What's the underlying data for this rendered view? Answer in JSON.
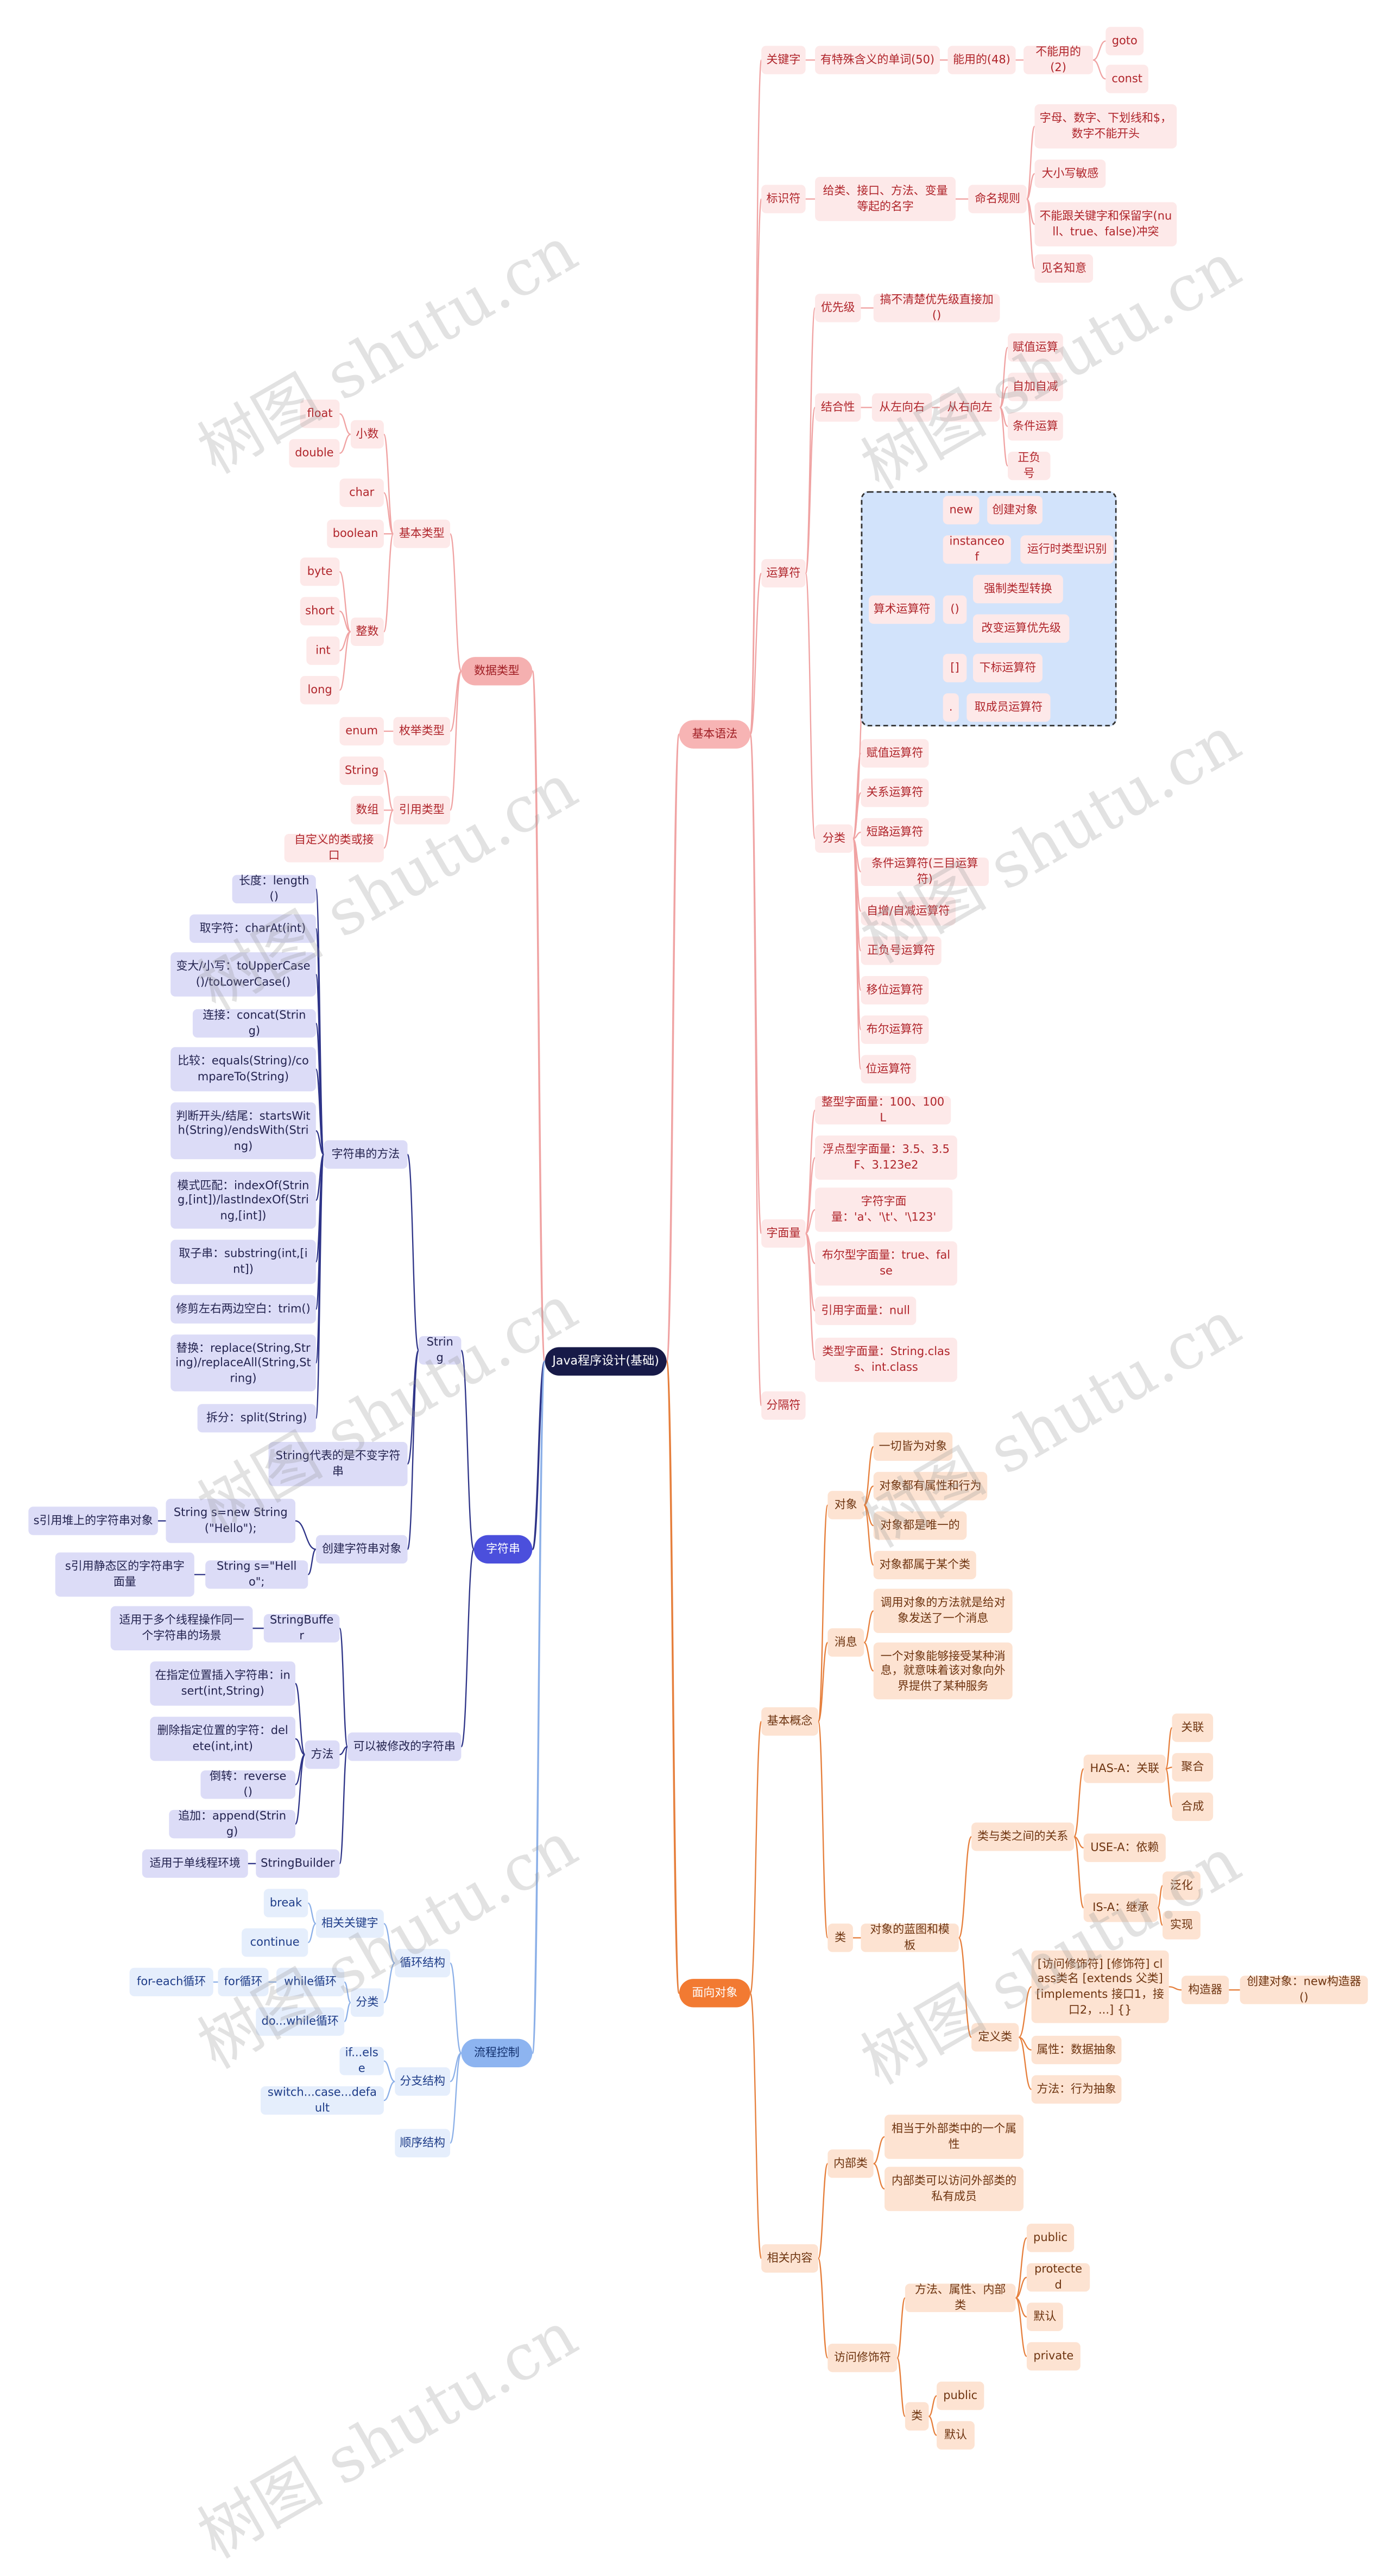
{
  "watermark": "树图 shutu.cn",
  "root": "Java程序设计(基础)",
  "basic": {
    "title": "基本语法",
    "keyword": "关键字",
    "kw_desc": "有特殊含义的单词(50)",
    "kw_usable": "能用的(48)",
    "kw_unusable": "不能用的(2)",
    "goto": "goto",
    "const": "const",
    "identifier": "标识符",
    "id_desc": "给类、接口、方法、变量等起的名字",
    "naming": "命名规则",
    "rule1": "字母、数字、下划线和$，数字不能开头",
    "rule2": "大小写敏感",
    "rule3": "不能跟关键字和保留字(null、true、false)冲突",
    "rule4": "见名知意",
    "operator": "运算符",
    "priority": "优先级",
    "priority_tip": "搞不清楚优先级直接加()",
    "assoc": "结合性",
    "ltr": "从左向右",
    "rtl": "从右向左",
    "rtl1": "赋值运算",
    "rtl2": "自加自减",
    "rtl3": "条件运算",
    "rtl4": "正负号",
    "category": "分类",
    "arith": "算术运算符",
    "new": "new",
    "new_desc": "创建对象",
    "instanceof": "instanceof",
    "instanceof_desc": "运行时类型识别",
    "paren": "()",
    "paren1": "强制类型转换",
    "paren2": "改变运算优先级",
    "bracket": "[]",
    "bracket_desc": "下标运算符",
    "dot": ".",
    "dot_desc": "取成员运算符",
    "op1": "赋值运算符",
    "op2": "关系运算符",
    "op3": "短路运算符",
    "op4": "条件运算符(三目运算符)",
    "op5": "自增/自减运算符",
    "op6": "正负号运算符",
    "op7": "移位运算符",
    "op8": "布尔运算符",
    "op9": "位运算符",
    "literal": "字面量",
    "lit1": "整型字面量：100、100L",
    "lit2": "浮点型字面量：3.5、3.5F、3.123e2",
    "lit3": "字符字面量：'a'、'\\t'、'\\123'",
    "lit4": "布尔型字面量：true、false",
    "lit5": "引用字面量：null",
    "lit6": "类型字面量：String.class、int.class",
    "separator": "分隔符"
  },
  "oo": {
    "title": "面向对象",
    "concept": "基本概念",
    "object": "对象",
    "obj1": "一切皆为对象",
    "obj2": "对象都有属性和行为",
    "obj3": "对象都是唯一的",
    "obj4": "对象都属于某个类",
    "message": "消息",
    "msg1": "调用对象的方法就是给对象发送了一个消息",
    "msg2": "一个对象能够接受某种消息，就意味着该对象向外界提供了某种服务",
    "class": "类",
    "class_desc": "对象的蓝图和模板",
    "relation": "类与类之间的关系",
    "hasa": "HAS-A：关联",
    "rel_assoc": "关联",
    "rel_aggr": "聚合",
    "rel_comp": "合成",
    "usea": "USE-A：依赖",
    "isa": "IS-A：继承",
    "generalize": "泛化",
    "realize": "实现",
    "define": "定义类",
    "syntax": "[访问修饰符] [修饰符] class类名 [extends 父类] [implements 接口1，接口2，...] {}",
    "ctor": "构造器",
    "ctor_desc": "创建对象：new构造器()",
    "attr": "属性：数据抽象",
    "method": "方法：行为抽象",
    "related": "相关内容",
    "inner": "内部类",
    "inner1": "相当于外部类中的一个属性",
    "inner2": "内部类可以访问外部类的私有成员",
    "access": "访问修饰符",
    "acc_member": "方法、属性、内部类",
    "m_public": "public",
    "m_protected": "protected",
    "m_default": "默认",
    "m_private": "private",
    "acc_class": "类",
    "c_public": "public",
    "c_default": "默认"
  },
  "dt": {
    "title": "数据类型",
    "primitive": "基本类型",
    "decimal": "小数",
    "float": "float",
    "double": "double",
    "char": "char",
    "boolean": "boolean",
    "integer": "整数",
    "byte": "byte",
    "short": "short",
    "int": "int",
    "long": "long",
    "enumtype": "枚举类型",
    "enum": "enum",
    "reftype": "引用类型",
    "string": "String",
    "array": "数组",
    "custom": "自定义的类或接口"
  },
  "str": {
    "title": "字符串",
    "string": "String",
    "methods": "字符串的方法",
    "m1": "长度：length()",
    "m2": "取字符：charAt(int)",
    "m3": "变大/小写：toUpperCase()/toLowerCase()",
    "m4": "连接：concat(String)",
    "m5": "比较：equals(String)/compareTo(String)",
    "m6": "判断开头/结尾：startsWith(String)/endsWith(String)",
    "m7": "模式匹配：indexOf(String,[int])/lastIndexOf(String,[int])",
    "m8": "取子串：substring(int,[int])",
    "m9": "修剪左右两边空白：trim()",
    "m10": "替换：replace(String,String)/replaceAll(String,String)",
    "m11": "拆分：split(String)",
    "immutable": "String代表的是不变字符串",
    "create": "创建字符串对象",
    "c1": "String s=new String(\"Hello\");",
    "c1_desc": "s引用堆上的字符串对象",
    "c2": "String s=\"Hello\";",
    "c2_desc": "s引用静态区的字符串字面量",
    "mutable": "可以被修改的字符串",
    "sbuffer": "StringBuffer",
    "sbuffer_desc": "适用于多个线程操作同一个字符串的场景",
    "smethods": "方法",
    "sm1": "在指定位置插入字符串：insert(int,String)",
    "sm2": "删除指定位置的字符：delete(int,int)",
    "sm3": "倒转：reverse()",
    "sm4": "追加：append(String)",
    "sbuilder": "StringBuilder",
    "sbuilder_desc": "适用于单线程环境"
  },
  "flow": {
    "title": "流程控制",
    "loop": "循环结构",
    "keywords": "相关关键字",
    "break": "break",
    "continue": "continue",
    "category": "分类",
    "while": "while循环",
    "for": "for循环",
    "foreach": "for-each循环",
    "dowhile": "do...while循环",
    "branch": "分支结构",
    "ifelse": "if...else",
    "switch": "switch...case...default",
    "sequence": "顺序结构"
  }
}
